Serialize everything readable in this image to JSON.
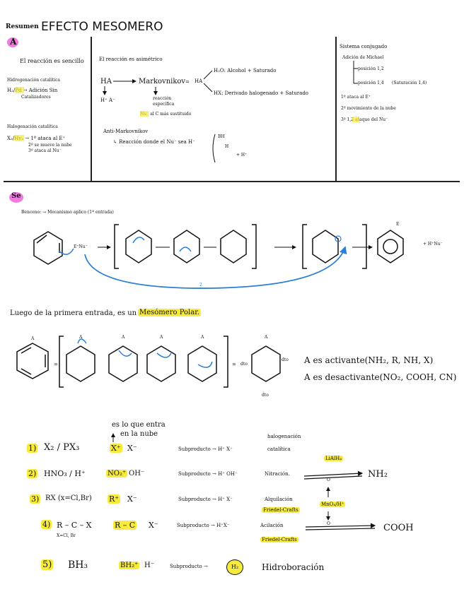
{
  "header": {
    "prefix": "Resumen",
    "title": "EFECTO MESOMERO"
  },
  "section_a": {
    "letter": "A",
    "col1": {
      "heading": "El reacción es sencillo",
      "line1": "Hidrogenación catalítica",
      "line2": "H₂/Pd → Adición Sin",
      "line3": "Catalizadores",
      "line4": "Halogenación catalítica",
      "line5": "X₂/Hv₂ → 1º ataca al E⁺",
      "line6": "2º se mueve la nube",
      "line7": "3º ataca al Nu⁻"
    },
    "col2": {
      "heading": "El reacción es asimétrico",
      "ha": "HA",
      "hpa": "H⁺ A⁻",
      "markovnikov": "Markovnikov",
      "eq": "=",
      "ha2": "HA",
      "h2o": "H₂O: Alcohol + Saturado",
      "hx": "HX: Derivado halogenado + Saturado",
      "reaccion": "reacción",
      "especifica": "específica",
      "nu_note": "Nu⁻ al C más sustituido",
      "anti": "Anti-Markovnikov",
      "anti_desc": "↳ Reacción donde el Nu⁻ sea H⁻",
      "bh": "BH",
      "h": "H",
      "hplus": "+ H⁺"
    },
    "col3": {
      "heading": "Sistema conjugado",
      "line1": "Adición de Michael",
      "line2": "posición 1,2",
      "line3": "posición 1,4",
      "line3b": "(Saturación 1,4)",
      "line4": "1º ataca al E⁺",
      "line5": "2º movimiento de la nube",
      "line6": "3º 1,2 ataque del Nu⁻"
    }
  },
  "section_se": {
    "letter": "Se",
    "benzene_note": "Benceno: → Mecanismo aplico (1ª entrada)",
    "reagent": "E⁺Nu⁻",
    "product_e": "E",
    "product_extra": "+ H⁺Nu⁻",
    "arrow_label": "2",
    "polar_intro": "Luego de la primera entrada, es un",
    "polar_hl": "Mesómero Polar.",
    "activating": "A es activante(NH₂, R, NH, X)",
    "deactivating": "A es desactivante(NO₂, COOH, CN)",
    "ring_label": "A",
    "eq_sign": "=",
    "orto": "dto",
    "para": "dto",
    "meta": "dto"
  },
  "table": {
    "note_top": "es lo que entra",
    "note_top2": "en la nube",
    "note_halo": "halogenación",
    "note_cat": "catalítica",
    "rows": [
      {
        "num": "1)",
        "reagent": "X₂ / PX₃",
        "ion1": "X⁺",
        "ion2": "X⁻",
        "byproduct": "Subproducto → H⁺ X⁻"
      },
      {
        "num": "2)",
        "reagent": "HNO₃ / H⁺",
        "ion1": "NO₂⁺",
        "ion2": "OH⁻",
        "byproduct": "Subproducto → H⁺ OH⁻",
        "reaction": "Nitración."
      },
      {
        "num": "3)",
        "reagent": "RX (x=Cl,Br)",
        "ion1": "R⁺",
        "ion2": "X⁻",
        "byproduct": "Subproducto → H⁺ X⁻",
        "reaction": "Alquilación"
      },
      {
        "num": "4)",
        "reagent": "R – C – X",
        "reagent_sub": "X=Cl, Br",
        "ion1": "R – C",
        "ion2": "X⁻",
        "byproduct": "Subproducto → H⁺X⁻",
        "reaction": "Acilación"
      },
      {
        "num": "5)",
        "reagent": "BH₃",
        "ion1": "BH₂⁺",
        "ion2": "H⁻",
        "byproduct": "Subproducto →",
        "byproduct_circle": "H₂",
        "reaction": "Hidroboración"
      }
    ],
    "fc1": "Friedel-Crafts",
    "fc2": "Friedel-Crafts",
    "lialh4": "LiAlH₄",
    "nh2": "NH₂",
    "mno4": "MnO₄/H⁺",
    "cooh": "COOH",
    "o_label": "O"
  }
}
